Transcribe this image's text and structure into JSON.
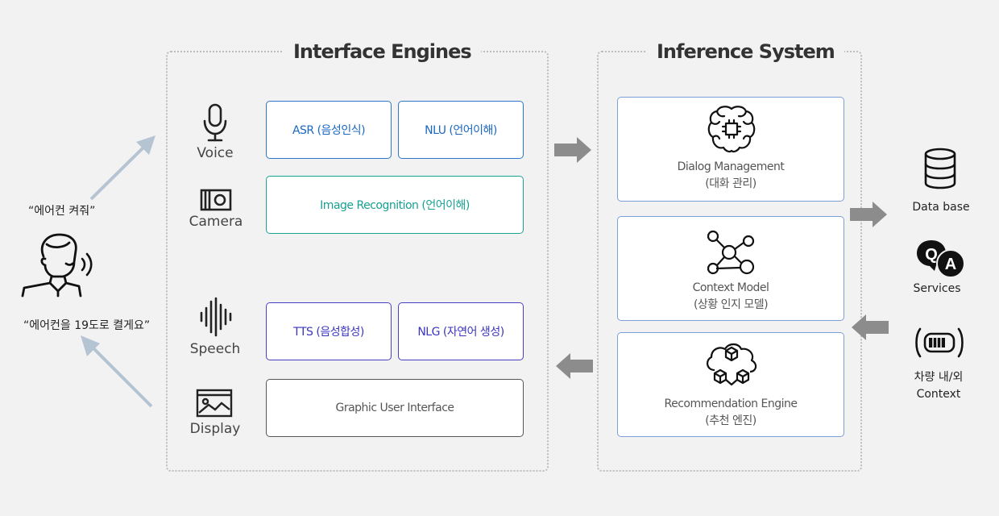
{
  "user": {
    "request_quote": "“에어컨 켜줘”",
    "response_quote": "“에어컨을 19도로 켤게요”",
    "icon": "speaking-person-icon"
  },
  "interface_engines": {
    "title": "Interface Engines",
    "modalities": [
      {
        "label": "Voice",
        "icon": "microphone-icon"
      },
      {
        "label": "Camera",
        "icon": "camera-icon"
      },
      {
        "label": "Speech",
        "icon": "sound-wave-icon"
      },
      {
        "label": "Display",
        "icon": "display-icon"
      }
    ],
    "engines": {
      "asr": "ASR (음성인식)",
      "nlu": "NLU (언어이해)",
      "image": "Image Recognition (언어이해)",
      "tts": "TTS (음성합성)",
      "nlg": "NLG (자연어 생성)",
      "gui": "Graphic User Interface"
    },
    "colors": {
      "blue": "#1a67c4",
      "teal": "#17a091",
      "indigo": "#3b35c0",
      "gray": "#555555"
    }
  },
  "inference_system": {
    "title": "Inference System",
    "modules": [
      {
        "name": "Dialog Management",
        "sub": "(대화 관리)",
        "icon": "brain-chip-icon"
      },
      {
        "name": "Context Model",
        "sub": "(상황 인지 모델)",
        "icon": "network-nodes-icon"
      },
      {
        "name": "Recommendation Engine",
        "sub": "(추천 엔진)",
        "icon": "cloud-cubes-icon"
      }
    ]
  },
  "resources": [
    {
      "label": "Data base",
      "icon": "database-icon"
    },
    {
      "label": "Services",
      "icon": "qa-icon"
    },
    {
      "label_line1": "차량 내/외",
      "label_line2": "Context",
      "icon": "car-sensor-icon"
    }
  ]
}
